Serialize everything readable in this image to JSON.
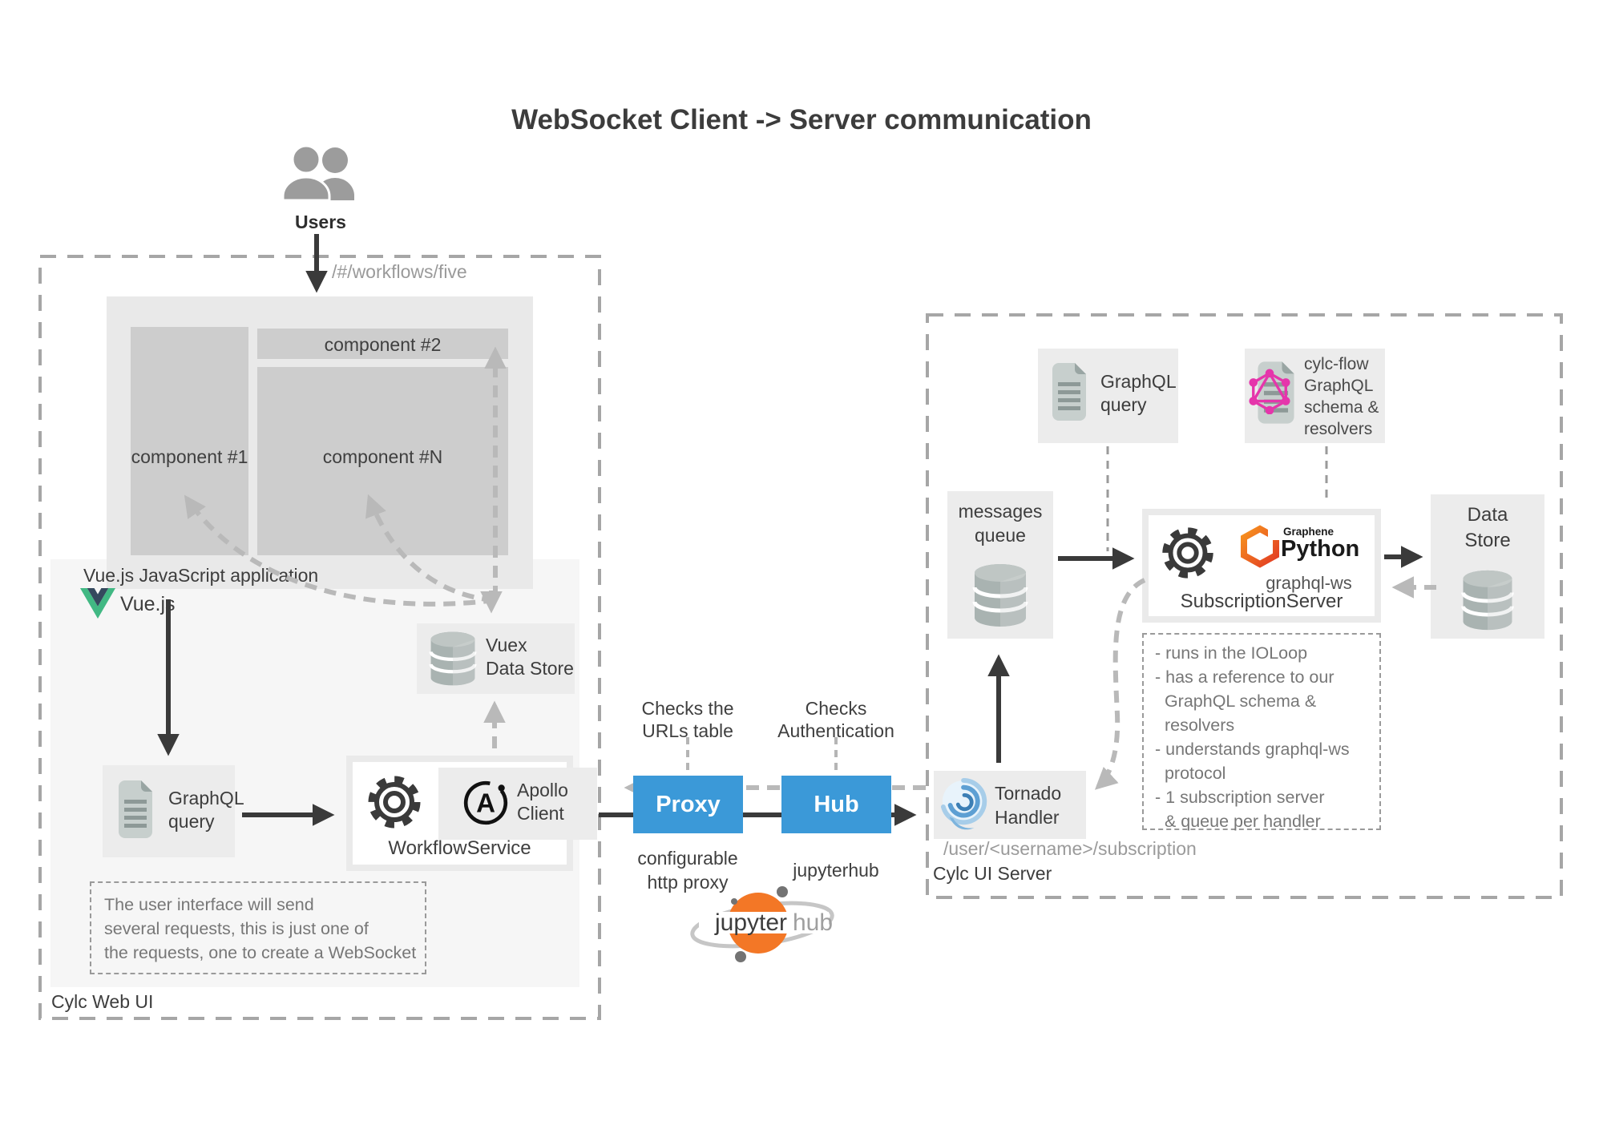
{
  "title": "WebSocket Client -> Server communication",
  "users": {
    "label": "Users",
    "route": "/#/workflows/five"
  },
  "web_ui": {
    "box_label": "Cylc Web UI",
    "app_caption": "Vue.js JavaScript application",
    "vue_label": "Vue.js",
    "component_1": "component #1",
    "component_2": "component #2",
    "component_n": "component #N",
    "vuex_line1": "Vuex",
    "vuex_line2": "Data Store",
    "query_line1": "GraphQL",
    "query_line2": "query",
    "workflow_service_label": "WorkflowService",
    "apollo_line1": "Apollo",
    "apollo_line2": "Client",
    "apollo_a": "A",
    "note": [
      "The user interface will send",
      "several requests, this is just one of",
      "the requests, one to create a WebSocket"
    ]
  },
  "middle": {
    "proxy_label": "Proxy",
    "proxy_check_line1": "Checks the",
    "proxy_check_line2": "URLs table",
    "proxy_caption_line1": "configurable",
    "proxy_caption_line2": "http proxy",
    "hub_label": "Hub",
    "hub_check_line1": "Checks",
    "hub_check_line2": "Authentication",
    "hub_caption": "jupyterhub",
    "logo_jupyter": "jupyter",
    "logo_hub": "hub"
  },
  "ui_server": {
    "box_label": "Cylc UI Server",
    "route": "/user/<username>/subscription",
    "query_line1": "GraphQL",
    "query_line2": "query",
    "schema_lines": [
      "cylc-flow",
      "GraphQL",
      "schema &",
      "resolvers"
    ],
    "queue_line1": "messages",
    "queue_line2": "queue",
    "graphene_label": "Graphene",
    "python_label": "Python",
    "graphql_ws_label": "graphql-ws",
    "subscription_server_label": "SubscriptionServer",
    "data_store_line1": "Data",
    "data_store_line2": "Store",
    "tornado_line1": "Tornado",
    "tornado_line2": "Handler",
    "note": [
      "- runs in the IOLoop",
      "- has a reference to our",
      "  GraphQL schema &",
      "  resolvers",
      "- understands graphql-ws",
      "  protocol",
      "- 1 subscription server",
      "  & queue per handler"
    ]
  },
  "colors": {
    "accent_blue": "#3b99d8",
    "graphql_pink": "#e535ab",
    "vue_green": "#41b883",
    "vue_navy": "#35495e",
    "graphene_orange": "#f05a28",
    "jupyter_orange": "#f37726"
  }
}
